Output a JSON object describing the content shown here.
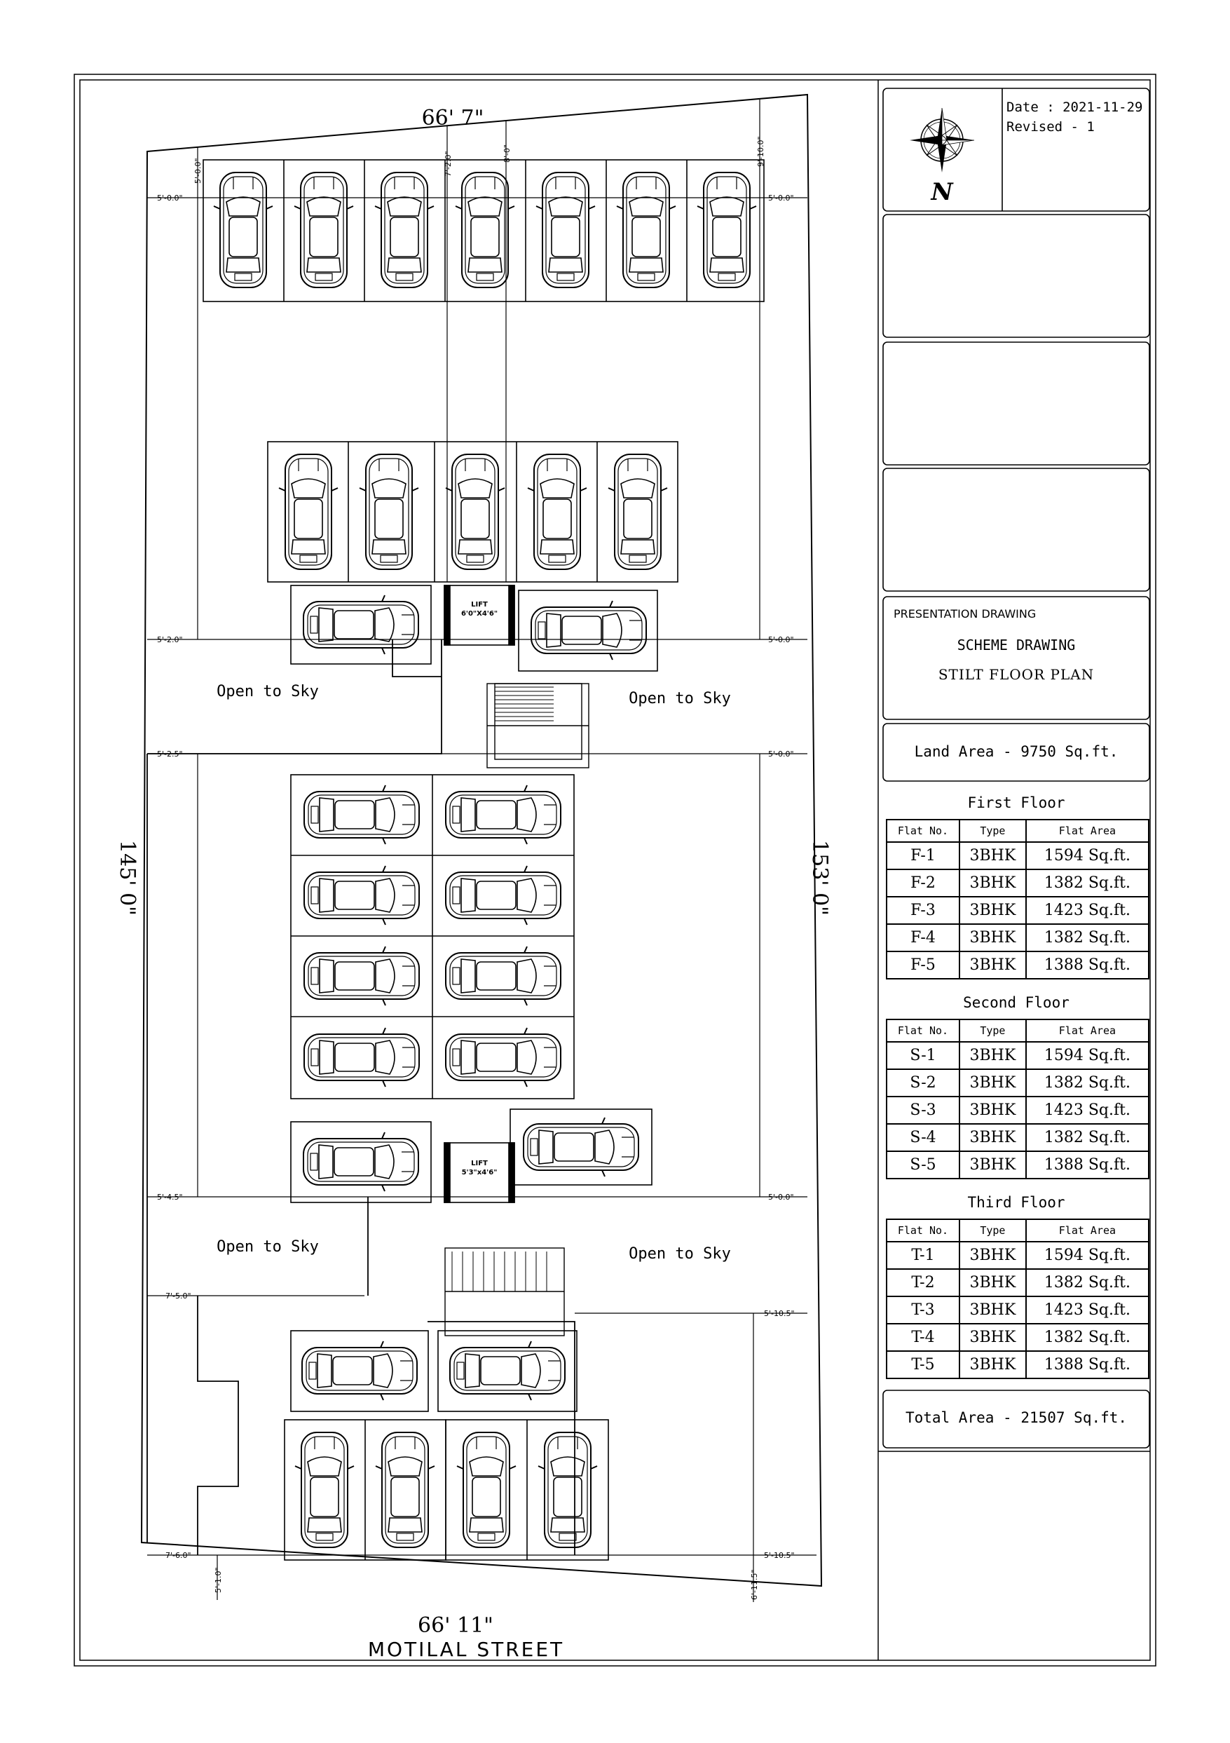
{
  "title_block": {
    "north_letter": "N",
    "date": "Date : 2021-11-29",
    "revision": "Revised - 1",
    "drawing_type": "PRESENTATION DRAWING",
    "scheme": "SCHEME DRAWING",
    "plan_name": "STILT FLOOR PLAN",
    "land_area": "Land Area - 9750 Sq.ft.",
    "total_area": "Total Area - 21507 Sq.ft.",
    "columns": [
      "Flat No.",
      "Type",
      "Flat Area"
    ],
    "floors": [
      {
        "name": "First Floor",
        "rows": [
          [
            "F-1",
            "3BHK",
            "1594 Sq.ft."
          ],
          [
            "F-2",
            "3BHK",
            "1382 Sq.ft."
          ],
          [
            "F-3",
            "3BHK",
            "1423 Sq.ft."
          ],
          [
            "F-4",
            "3BHK",
            "1382 Sq.ft."
          ],
          [
            "F-5",
            "3BHK",
            "1388 Sq.ft."
          ]
        ]
      },
      {
        "name": "Second Floor",
        "rows": [
          [
            "S-1",
            "3BHK",
            "1594 Sq.ft."
          ],
          [
            "S-2",
            "3BHK",
            "1382 Sq.ft."
          ],
          [
            "S-3",
            "3BHK",
            "1423 Sq.ft."
          ],
          [
            "S-4",
            "3BHK",
            "1382 Sq.ft."
          ],
          [
            "S-5",
            "3BHK",
            "1388 Sq.ft."
          ]
        ]
      },
      {
        "name": "Third Floor",
        "rows": [
          [
            "T-1",
            "3BHK",
            "1594 Sq.ft."
          ],
          [
            "T-2",
            "3BHK",
            "1382 Sq.ft."
          ],
          [
            "T-3",
            "3BHK",
            "1423 Sq.ft."
          ],
          [
            "T-4",
            "3BHK",
            "1382 Sq.ft."
          ],
          [
            "T-5",
            "3BHK",
            "1388 Sq.ft."
          ]
        ]
      }
    ]
  },
  "plan": {
    "top_width": "66' 7\"",
    "bottom_width": "66' 11\"",
    "left_length": "145' 0\"",
    "right_length": "153' 0\"",
    "street": "MOTILAL STREET",
    "open_to_sky": "Open to Sky",
    "lift_1": "LIFT",
    "lift_1_size": "6'0\"X4'6\"",
    "lift_2": "LIFT",
    "lift_2_size": "5'3\"x4'6\"",
    "setbacks": {
      "top_left": "5'-0.0\"",
      "top_left_v": "5'-0.0\"",
      "top_mid_a": "7'-2.0\"",
      "top_mid_b": "8'-0\"",
      "top_right_v": "9'-10.0\"",
      "top_right": "5'-0.0\"",
      "mid1_left": "5'-2.0\"",
      "mid1_right": "5'-0.0\"",
      "mid2_left": "5'-2.5\"",
      "mid2_right": "5'-0.0\"",
      "mid3_left": "5'-4.5\"",
      "mid3_right": "5'-0.0\"",
      "mid4_left": "7'-5.0\"",
      "mid4_right": "5'-10.5\"",
      "bot_left": "7'-6.0\"",
      "bot_right": "5'-10.5\"",
      "bot_left_v": "5'-1.0\"",
      "bot_right_v": "6'-11.5\""
    }
  }
}
